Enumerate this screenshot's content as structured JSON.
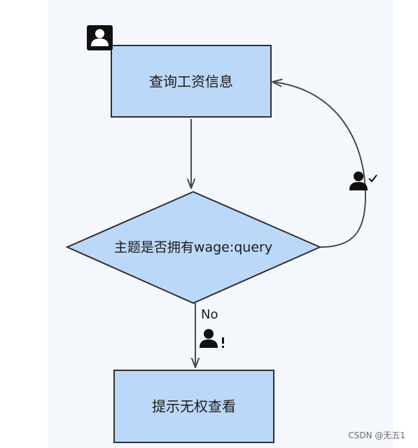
{
  "nodes": {
    "query_salary": {
      "label": "查询工资信息"
    },
    "decision": {
      "label": "主题是否拥有wage:query"
    },
    "no_permission": {
      "label": "提示无权查看"
    }
  },
  "edges": {
    "no_branch": {
      "label": "No"
    }
  },
  "icons": {
    "actor": "user-icon",
    "approved": "user-check-icon",
    "denied": "user-alert-icon"
  },
  "colors": {
    "node_fill": "#bcd8f8",
    "node_stroke": "#2f2f2f",
    "arrow": "#4a4a4a",
    "panel_bg": "#f4f8fc"
  },
  "watermark": "CSDN @无五1"
}
